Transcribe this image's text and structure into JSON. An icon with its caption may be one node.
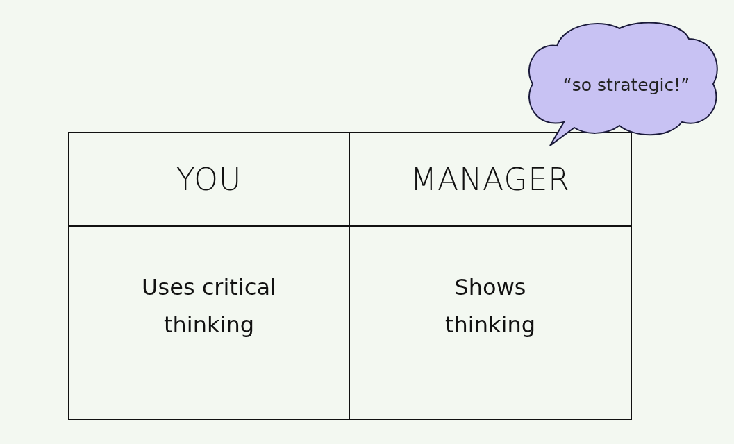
{
  "diagram": {
    "nodes": [
      {
        "text": [
          "“so strategic!”"
        ]
      }
    ],
    "labels": [
      "YOU",
      "MANAGER",
      "Uses critical thinking",
      "Shows thinking"
    ]
  }
}
